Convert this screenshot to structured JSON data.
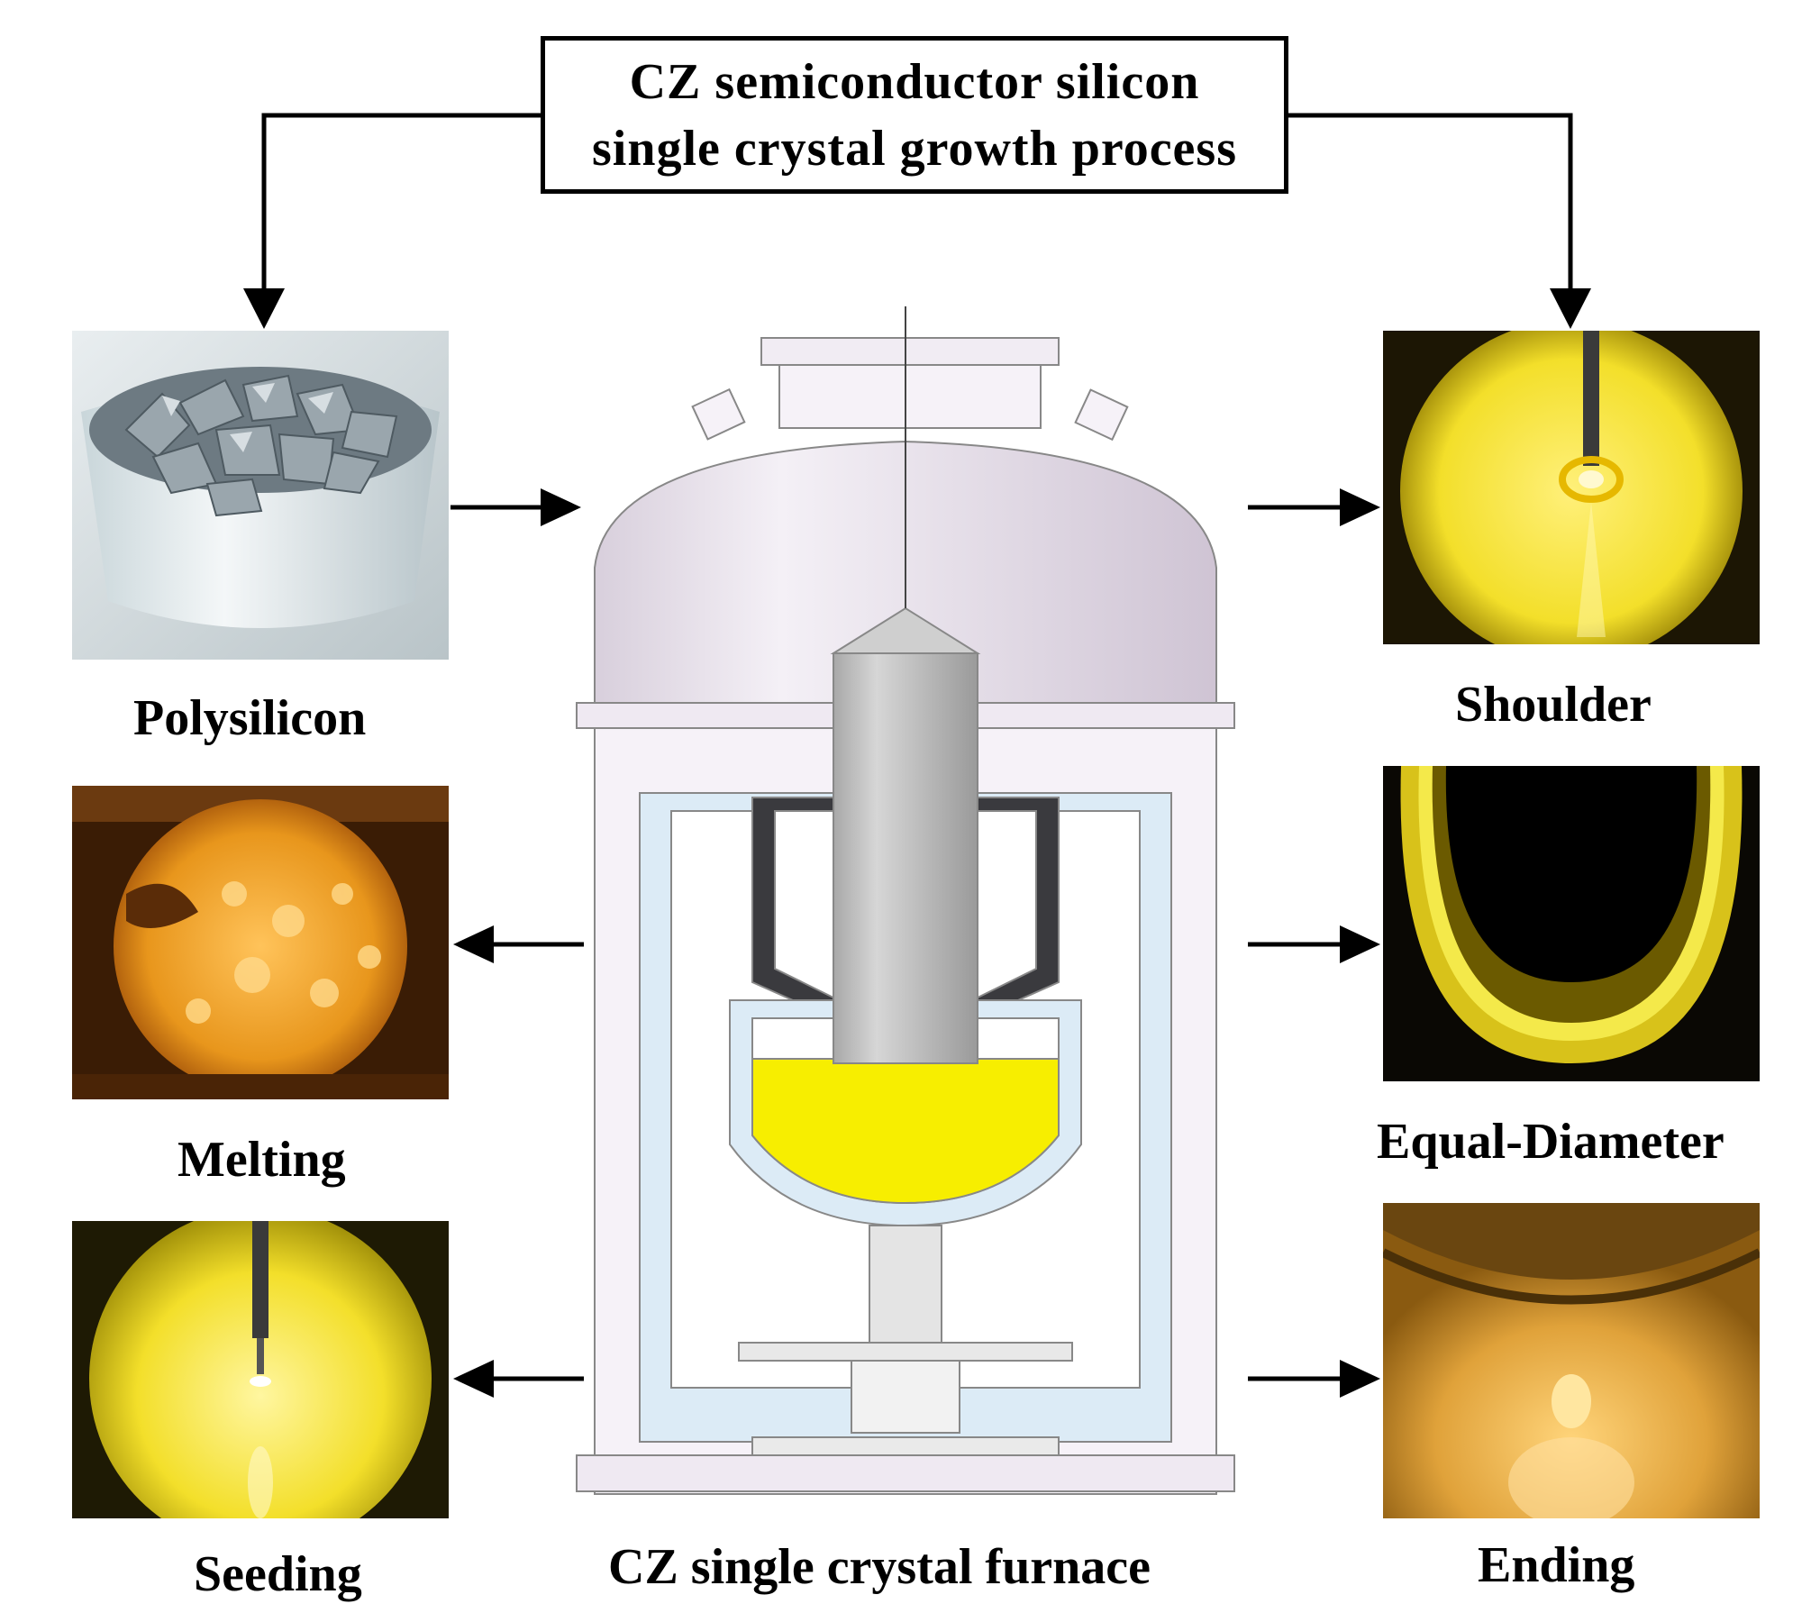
{
  "title": {
    "line1": "CZ semiconductor silicon",
    "line2": "single crystal growth process"
  },
  "center_label": "CZ single crystal furnace",
  "stages": {
    "polysilicon": "Polysilicon",
    "melting": "Melting",
    "seeding": "Seeding",
    "shoulder": "Shoulder",
    "equal_diameter": "Equal-Diameter",
    "ending": "Ending"
  },
  "colors": {
    "line": "#000000",
    "furnace_outline": "#888888",
    "furnace_dome": "#e8e2ec",
    "furnace_body": "#f6f2f8",
    "furnace_inner": "#dcebf6",
    "crystal": "#bdbdbd",
    "melt": "#f7ee00",
    "heat_shield": "#3a3a3e",
    "glow_yellow": "#f3df2a",
    "glow_orange": "#e8961c"
  }
}
